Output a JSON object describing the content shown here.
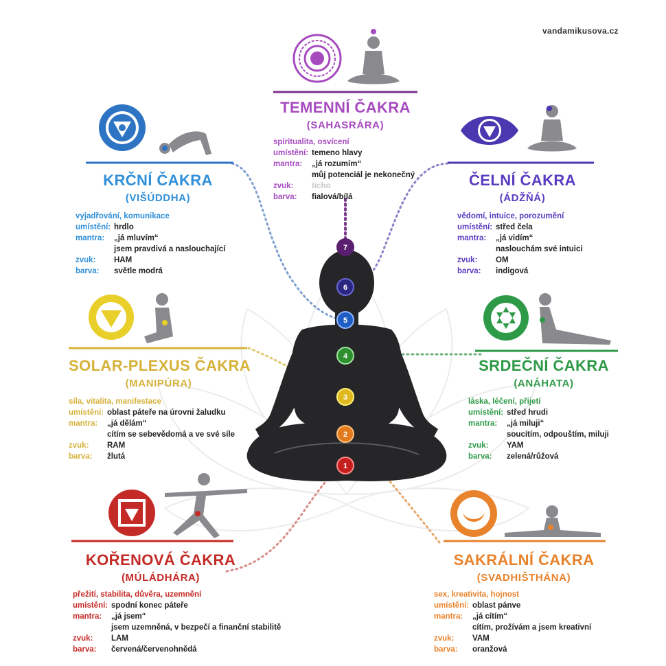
{
  "site": "vandamikusova.cz",
  "chakras": {
    "temenni": {
      "title": "TEMENNÍ ČAKRA",
      "subtitle": "(SAHASRÁRA)",
      "keywords": "spiritualita, osvícení",
      "umisteni_label": "umístění:",
      "umisteni": "temeno hlavy",
      "mantra_label": "mantra:",
      "mantra1": "„já rozumím“",
      "mantra2": "můj potenciál je nekonečný",
      "zvuk_label": "zvuk:",
      "zvuk": "ticho",
      "barva_label": "barva:",
      "barva": "fialová/bílá",
      "color": "#a64bbf",
      "number": "7"
    },
    "krcni": {
      "title": "KRČNÍ ČAKRA",
      "subtitle": "(VIŠÚDDHA)",
      "keywords": "vyjadřování, komunikace",
      "umisteni_label": "umístění:",
      "umisteni": "hrdlo",
      "mantra_label": "mantra:",
      "mantra1": "„já mluvím“",
      "mantra2": "jsem pravdivá a naslouchající",
      "zvuk_label": "zvuk:",
      "zvuk": "HAM",
      "barva_label": "barva:",
      "barva": "světle modrá",
      "color": "#2f8fd8",
      "number": "5"
    },
    "celni": {
      "title": "ČELNÍ ČAKRA",
      "subtitle": "(ÁDŽŇÁ)",
      "keywords": "vědomí, intuice, porozumění",
      "umisteni_label": "umístění:",
      "umisteni": "střed čela",
      "mantra_label": "mantra:",
      "mantra1": "„já vidím“",
      "mantra2": "naslouchám své intuici",
      "zvuk_label": "zvuk:",
      "zvuk": "OM",
      "barva_label": "barva:",
      "barva": "indigová",
      "color": "#5a3cc0",
      "number": "6"
    },
    "solar": {
      "title": "SOLAR-PLEXUS ČAKRA",
      "subtitle": "(MANIPÚRA)",
      "keywords": "síla, vitalita, manifestace",
      "umisteni_label": "umístění:",
      "umisteni": "oblast páteře na úrovni žaludku",
      "mantra_label": "mantra:",
      "mantra1": "„já dělám“",
      "mantra2": "cítím se sebevědomá a ve své síle",
      "zvuk_label": "zvuk:",
      "zvuk": "RAM",
      "barva_label": "barva:",
      "barva": "žlutá",
      "color": "#d6b23a",
      "number": "3"
    },
    "srdecni": {
      "title": "SRDEČNÍ ČAKRA",
      "subtitle": "(ANÁHATA)",
      "keywords": "láska, léčení, přijetí",
      "umisteni_label": "umístění:",
      "umisteni": "střed hrudi",
      "mantra_label": "mantra:",
      "mantra1": "„já miluji“",
      "mantra2": "soucítím, odpouštím, miluji",
      "zvuk_label": "zvuk:",
      "zvuk": "YAM",
      "barva_label": "barva:",
      "barva": "zelená/růžová",
      "color": "#2e9a47",
      "number": "4"
    },
    "korenova": {
      "title": "KOŘENOVÁ ČAKRA",
      "subtitle": "(MÚLÁDHÁRA)",
      "keywords": "přežití, stabilita, důvěra, uzemnění",
      "umisteni_label": "umístění:",
      "umisteni": "spodní konec páteře",
      "mantra_label": "mantra:",
      "mantra1": "„já jsem“",
      "mantra2": "jsem uzemněná, v bezpečí a finanční stabilitě",
      "zvuk_label": "zvuk:",
      "zvuk": "LAM",
      "barva_label": "barva:",
      "barva": "červená/červenohnědá",
      "color": "#c42a26",
      "number": "1"
    },
    "sakralni": {
      "title": "SAKRÁLNÍ ČAKRA",
      "subtitle": "(SVADHIŠTHÁNA)",
      "keywords": "sex, kreativita, hojnost",
      "umisteni_label": "umístění:",
      "umisteni": "oblast pánve",
      "mantra_label": "mantra:",
      "mantra1": "„já cítím“",
      "mantra2": "cítím, prožívám a jsem kreativní",
      "zvuk_label": "zvuk:",
      "zvuk": "VAM",
      "barva_label": "barva:",
      "barva": "oranžová",
      "color": "#e8822b",
      "number": "2"
    }
  }
}
